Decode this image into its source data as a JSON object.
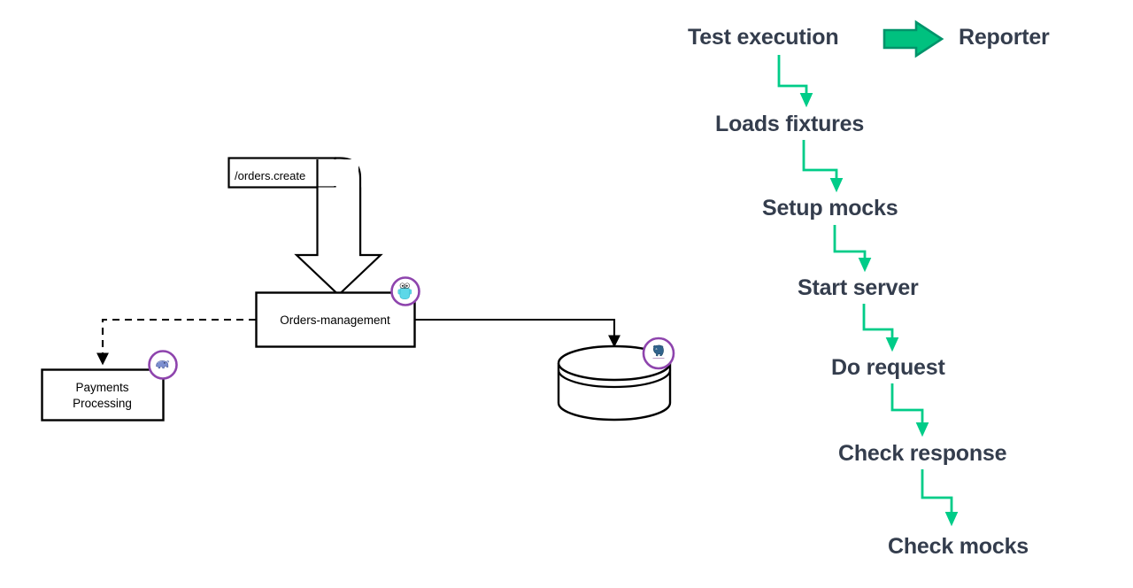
{
  "diagram": {
    "title_hidden": "",
    "architecture": {
      "request_label": "/orders.create",
      "nodes": [
        {
          "id": "orders-management",
          "label": "Orders-management",
          "badge": "go-gopher-icon",
          "shape": "rectangle"
        },
        {
          "id": "payments-processing",
          "label_line1": "Payments",
          "label_line2": "Processing",
          "badge": "php-elephant-icon",
          "shape": "rectangle"
        },
        {
          "id": "database",
          "label": "",
          "badge": "postgresql-icon",
          "shape": "cylinder"
        }
      ],
      "edges": [
        {
          "from": "request",
          "to": "orders-management",
          "style": "block-arrow"
        },
        {
          "from": "orders-management",
          "to": "payments-processing",
          "style": "dashed"
        },
        {
          "from": "orders-management",
          "to": "database",
          "style": "solid"
        }
      ]
    },
    "test_flow": {
      "header": {
        "source": "Test execution",
        "arrow": "right-arrow-icon",
        "target": "Reporter"
      },
      "steps": [
        {
          "index": 1,
          "label": "Loads fixtures"
        },
        {
          "index": 2,
          "label": "Setup mocks"
        },
        {
          "index": 3,
          "label": "Start server"
        },
        {
          "index": 4,
          "label": "Do request"
        },
        {
          "index": 5,
          "label": "Check response"
        },
        {
          "index": 6,
          "label": "Check mocks"
        }
      ]
    },
    "colors": {
      "flow_accent": "#00CC88",
      "flow_accent_dark": "#00A86B",
      "text_dark": "#343D4D",
      "stroke_black": "#000000",
      "badge_ring": "#8E44AD",
      "go_cyan": "#5DD8E8",
      "php_blue": "#6A7FC4",
      "pg_navy": "#31648C"
    }
  }
}
